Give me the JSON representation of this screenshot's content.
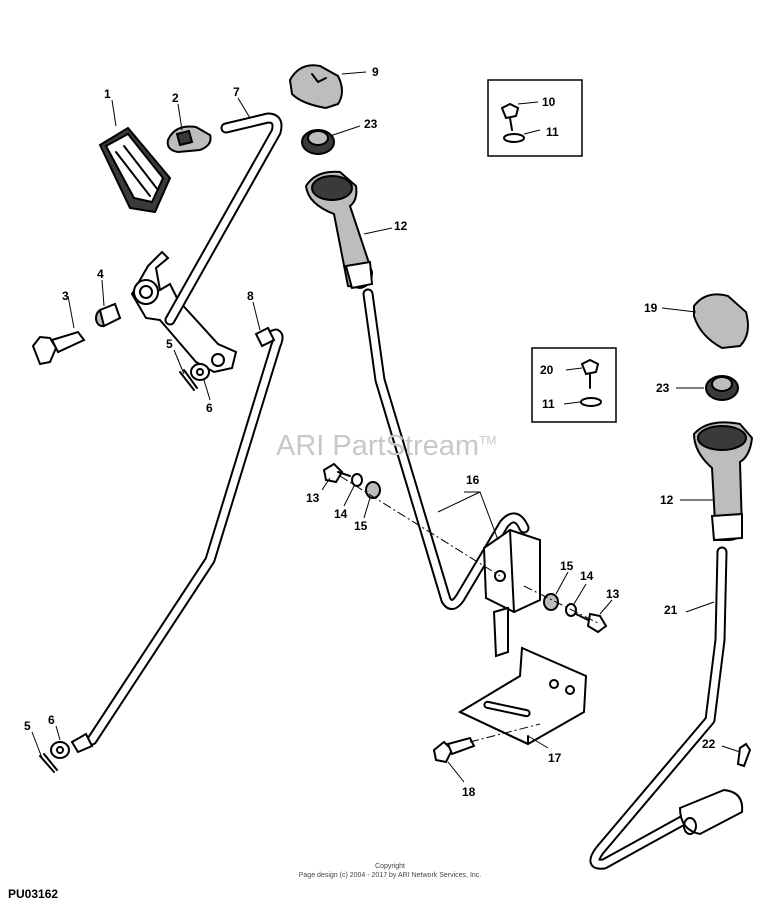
{
  "diagram": {
    "figure_id": "PU03162",
    "watermark": "ARI PartStream",
    "watermark_tm": "TM",
    "copyright_line1": "Copyright",
    "copyright_line2": "Page design (c) 2004 - 2017 by ARI Network Services, Inc.",
    "callouts": {
      "c1": "1",
      "c2": "2",
      "c3": "3",
      "c4": "4",
      "c5a": "5",
      "c5b": "5",
      "c6a": "6",
      "c6b": "6",
      "c7": "7",
      "c8": "8",
      "c9": "9",
      "c10": "10",
      "c11a": "11",
      "c11b": "11",
      "c12a": "12",
      "c12b": "12",
      "c13a": "13",
      "c13b": "13",
      "c14a": "14",
      "c14b": "14",
      "c15a": "15",
      "c15b": "15",
      "c16": "16",
      "c17": "17",
      "c18": "18",
      "c19": "19",
      "c20": "20",
      "c21": "21",
      "c22": "22",
      "c23a": "23",
      "c23b": "23"
    }
  }
}
